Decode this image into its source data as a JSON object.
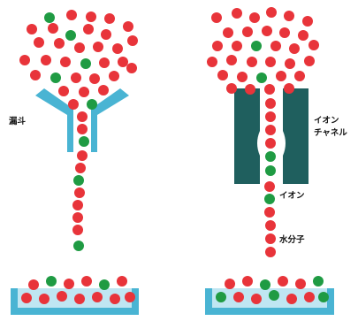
{
  "labels": {
    "funnel": "漏斗",
    "ion_channel_line1": "イオン",
    "ion_channel_line2": "チャネル",
    "ion": "イオン",
    "water_molecule": "水分子"
  },
  "colors": {
    "red": "#e8343a",
    "green": "#1f9b43",
    "funnel": "#49b4d3",
    "channel": "#1f5f5e",
    "tray": "#bfe6f2",
    "tray_border": "#49b4d3",
    "background": "#ffffff"
  },
  "ball_types": {
    "red": "water-molecule",
    "green": "ion"
  },
  "icons": {
    "funnel": "funnel-shape",
    "ion_channel": "ion-channel-shape",
    "tray": "collection-tray"
  }
}
